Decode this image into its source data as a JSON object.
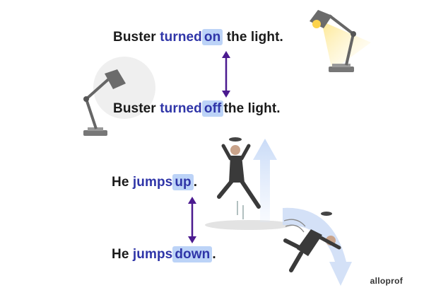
{
  "sentences": {
    "s1": {
      "subject": "Buster",
      "verb": "turned",
      "particle": "on",
      "rest": "the light."
    },
    "s2": {
      "subject": "Buster",
      "verb": "turned",
      "particle": "off",
      "rest": "the light."
    },
    "s3": {
      "subject": "He",
      "verb": "jumps",
      "particle": "up",
      "end": "."
    },
    "s4": {
      "subject": "He",
      "verb": "jumps",
      "particle": "down",
      "end": "."
    }
  },
  "brand": "alloprof",
  "colors": {
    "verb": "#2f35a8",
    "highlight": "#bcd3f7",
    "arrow": "#4b1a8f"
  },
  "icons": [
    "lamp-on-icon",
    "lamp-off-icon",
    "man-jumping-up-icon",
    "man-falling-down-icon"
  ]
}
